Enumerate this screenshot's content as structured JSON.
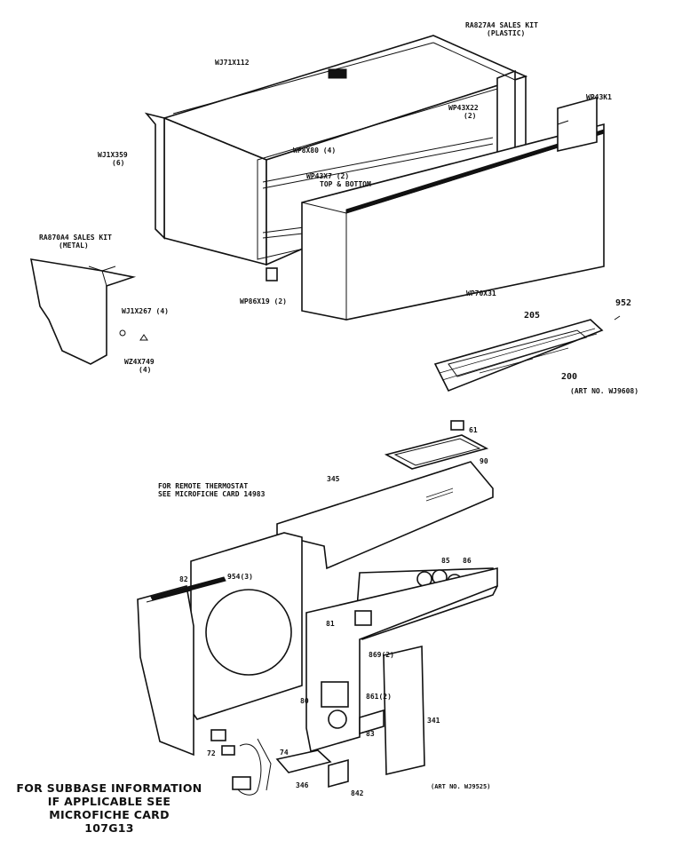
{
  "labels": {
    "ra827a4": "RA827A4 SALES KIT",
    "ra827a4_sub": "(PLASTIC)",
    "wj71x112": "WJ71X112",
    "wp43x22": "WP43X22",
    "wp43x22_qty": "(2)",
    "wp43k1": "WP43K1",
    "wj1x359": "WJ1X359",
    "wj1x359_qty": "(6)",
    "wp8x80": "WP8X80 (4)",
    "wp43x7": "WP43X7 (2)",
    "wp43x7_sub": "TOP & BOTTOM",
    "ra870a4": "RA870A4 SALES KIT",
    "ra870a4_sub": "(METAL)",
    "wj1x267": "WJ1X267 (4)",
    "wz4x749": "WZ4X749",
    "wz4x749_qty": "(4)",
    "wp86x19": "WP86X19 (2)",
    "wp70x31": "WP70X31",
    "n952": "952",
    "n205": "205",
    "n200": "200",
    "art_wj9608": "(ART NO. WJ9608)",
    "remote_note_1": "FOR REMOTE THERMOSTAT",
    "remote_note_2": "SEE MICROFICHE CARD 14983",
    "n345": "345",
    "n61": "61",
    "n90": "90",
    "n82": "82",
    "n86": "86",
    "n85": "85",
    "n954": "954(3)",
    "n81": "81",
    "n869": "869(2)",
    "n80": "80",
    "n861": "861(2)",
    "n83": "83",
    "n341": "341",
    "n72": "72",
    "n74": "74",
    "n346": "346",
    "n842": "842",
    "art_wj9525": "(ART NO. WJ9525)",
    "subbase_1": "FOR SUBBASE INFORMATION",
    "subbase_2": "IF APPLICABLE SEE",
    "subbase_3": "MICROFICHE CARD",
    "subbase_4": "107G13"
  }
}
